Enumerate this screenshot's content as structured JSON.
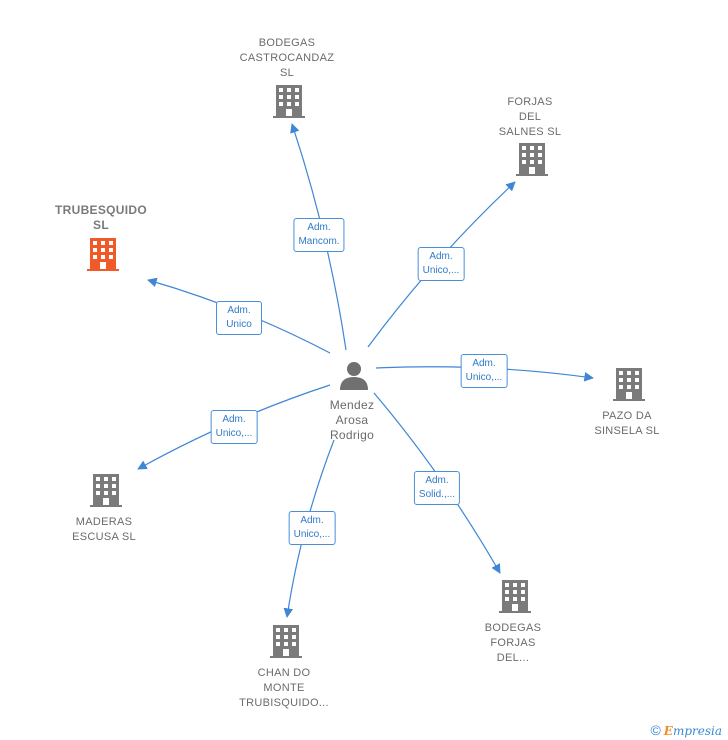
{
  "center": {
    "label": "Mendez\nArosa\nRodrigo",
    "icon": "person-icon"
  },
  "companies": [
    {
      "id": "bodegas-castrocandaz",
      "label": "BODEGAS\nCASTROCANDAZ\nSL",
      "icon": "building-icon",
      "highlight": false
    },
    {
      "id": "forjas-del-salnes",
      "label": "FORJAS\nDEL\nSALNES SL",
      "icon": "building-icon",
      "highlight": false
    },
    {
      "id": "trubesquido",
      "label": "TRUBESQUIDO\nSL",
      "icon": "building-icon",
      "highlight": true
    },
    {
      "id": "pazo-da-sinsela",
      "label": "PAZO DA\nSINSELA  SL",
      "icon": "building-icon",
      "highlight": false
    },
    {
      "id": "maderas-escusa",
      "label": "MADERAS\nESCUSA  SL",
      "icon": "building-icon",
      "highlight": false
    },
    {
      "id": "bodegas-forjas-del",
      "label": "BODEGAS\nFORJAS\nDEL...",
      "icon": "building-icon",
      "highlight": false
    },
    {
      "id": "chan-do-monte",
      "label": "CHAN DO\nMONTE\nTRUBISQUIDO...",
      "icon": "building-icon",
      "highlight": false
    }
  ],
  "edges": [
    {
      "to": "bodegas-castrocandaz",
      "label": "Adm.\nMancom."
    },
    {
      "to": "forjas-del-salnes",
      "label": "Adm.\nUnico,..."
    },
    {
      "to": "trubesquido",
      "label": "Adm.\nUnico"
    },
    {
      "to": "pazo-da-sinsela",
      "label": "Adm.\nUnico,..."
    },
    {
      "to": "maderas-escusa",
      "label": "Adm.\nUnico,..."
    },
    {
      "to": "bodegas-forjas-del",
      "label": "Adm.\nSolid.,..."
    },
    {
      "to": "chan-do-monte",
      "label": "Adm.\nUnico,..."
    }
  ],
  "colors": {
    "edge": "#3f86d4",
    "building": "#7b7b7b",
    "building_highlight": "#f05a28",
    "person": "#707070"
  },
  "brand": {
    "copyright": "©",
    "initial": "E",
    "rest": "mpresia"
  }
}
